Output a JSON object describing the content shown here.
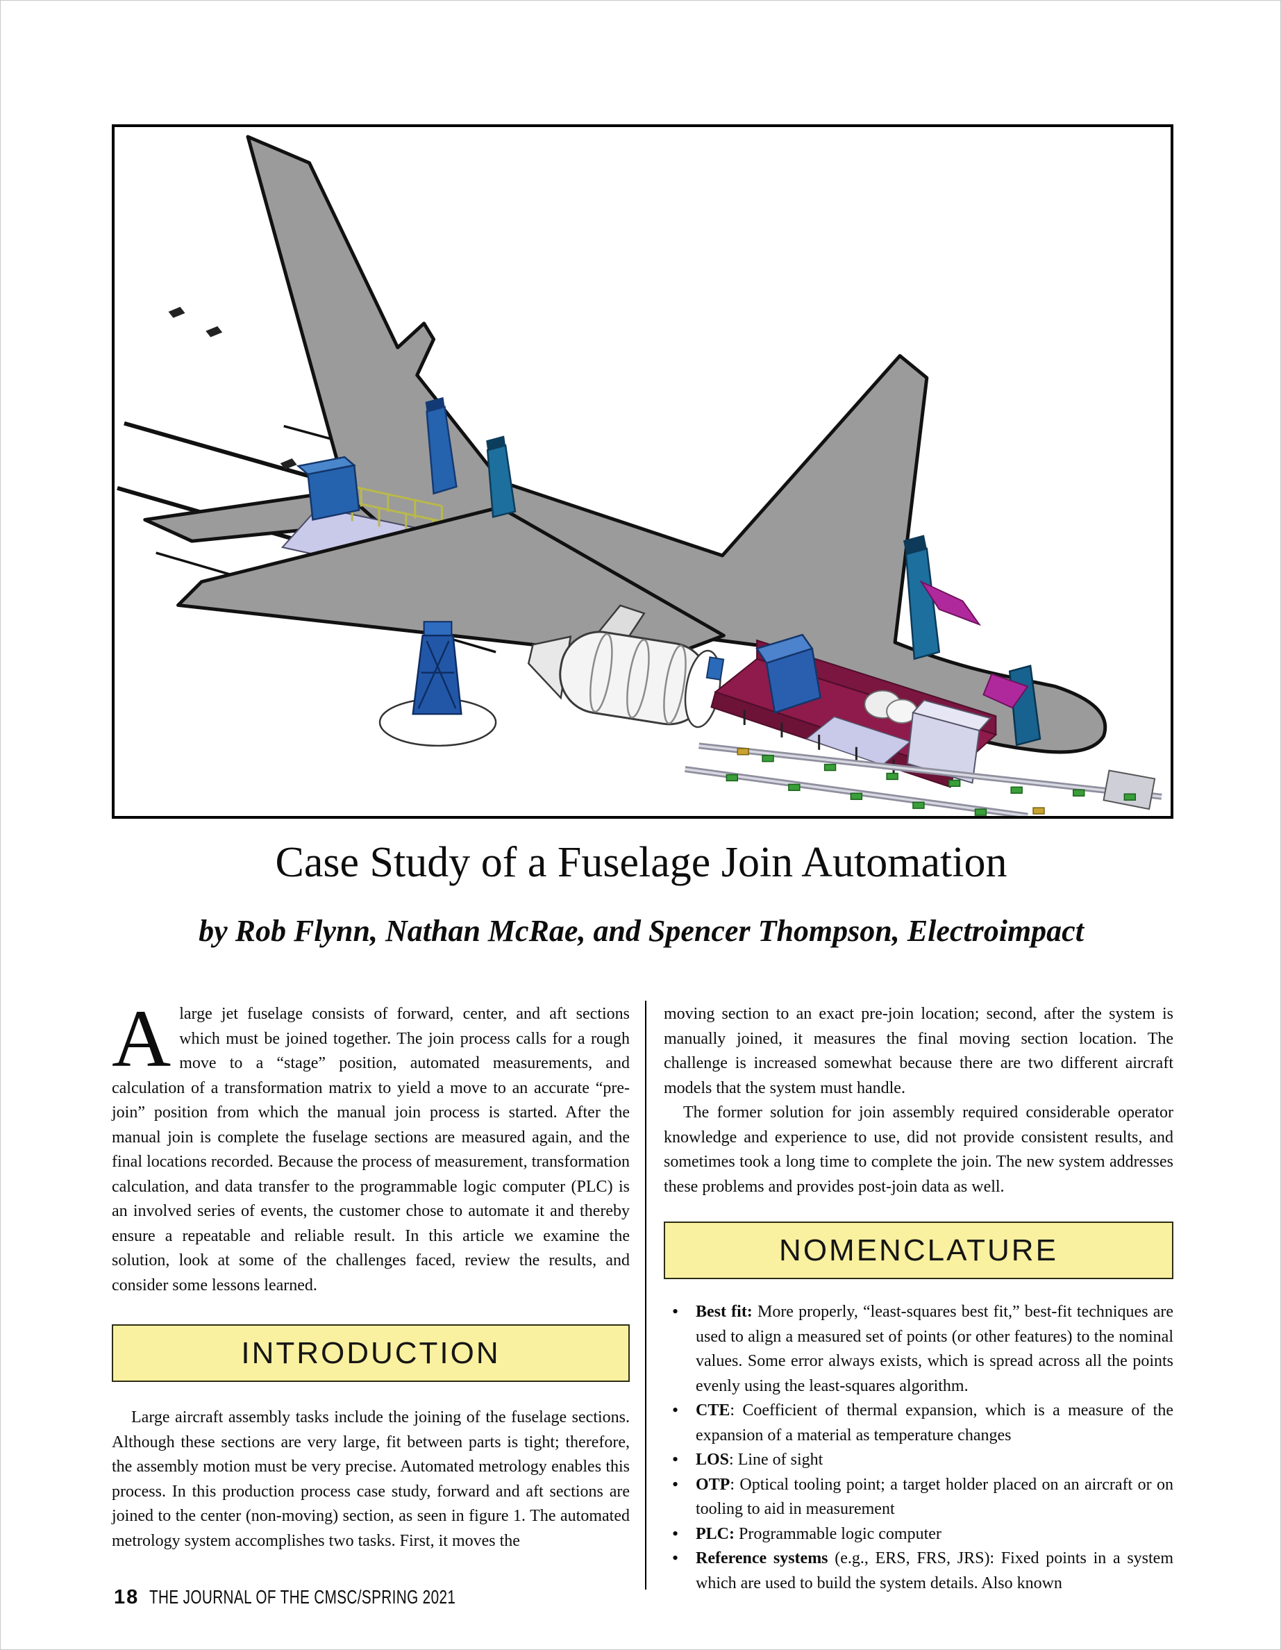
{
  "page": {
    "title": "Case Study of a Fuselage Join Automation",
    "byline": "by Rob Flynn, Nathan McRae, and Spencer Thompson, Electroimpact"
  },
  "columns": {
    "left": {
      "lead_dropcap": "A",
      "lead_text": "large jet fuselage consists of forward, center, and aft sections which must be joined together. The join process calls for a rough move to a “stage” position, automated measurements, and calculation of a transformation matrix to yield a move to an accurate “pre-join” position from which the manual join process is started. After the manual join is complete the fuselage sections are measured again, and the final locations recorded. Because the process of measurement, transformation calculation, and data transfer to the programmable logic computer (PLC) is an involved series of events, the customer chose to automate it and thereby ensure a repeatable and reliable result. In this article we examine the solution, look at some of the challenges faced, review the results, and consider some lessons learned.",
      "intro_heading": "INTRODUCTION",
      "intro_text": "Large aircraft assembly tasks include the joining of the fuselage sections. Although these sections are very large, fit between parts is tight; therefore, the assembly motion must be very precise. Automated metrology enables this process. In this production process case study, forward and aft sections are joined to the center (non-moving) section, as seen in figure 1. The automated metrology system accomplishes two tasks. First, it moves the"
    },
    "right": {
      "p1": "moving section to an exact pre-join location; second, after the system is manually joined, it measures the final moving section location. The challenge is increased somewhat because there are two different aircraft models that the system must handle.",
      "p2": "The former solution for join assembly required considerable operator knowledge and experience to use, did not provide consistent results, and sometimes took a long time to complete the join.  The new system addresses these problems and provides post-join data as well.",
      "nomenclature_heading": "NOMENCLATURE",
      "items": [
        {
          "term": "Best fit:",
          "definition": "  More properly, “least-squares best fit,” best-fit techniques are used to align a measured set of points (or other features) to the nominal values. Some error always exists, which is spread across all the points evenly using the least-squares algorithm."
        },
        {
          "term": "CTE",
          "definition": ": Coefficient of thermal expansion, which is a measure of the expansion of a material as temperature changes"
        },
        {
          "term": "LOS",
          "definition": ": Line of sight"
        },
        {
          "term": "OTP",
          "definition": ": Optical tooling point; a target holder placed on an aircraft or on tooling to aid in measurement"
        },
        {
          "term": "PLC:",
          "definition": " Programmable logic computer"
        },
        {
          "term": "Reference systems",
          "definition": " (e.g., ERS, FRS, JRS): Fixed points in a system which are used to build the system details. Also known"
        }
      ]
    }
  },
  "footer": {
    "page_number": "18",
    "journal_line": "THE JOURNAL OF THE CMSC/SPRING 2021"
  },
  "theme": {
    "heading_bg": "#FAF1A0",
    "aircraft_gray": "#9B9B9B",
    "platform_maroon": "#8E1B4B",
    "tooling_blue": "#2563AE",
    "deck_lavender": "#C9C9EA"
  }
}
